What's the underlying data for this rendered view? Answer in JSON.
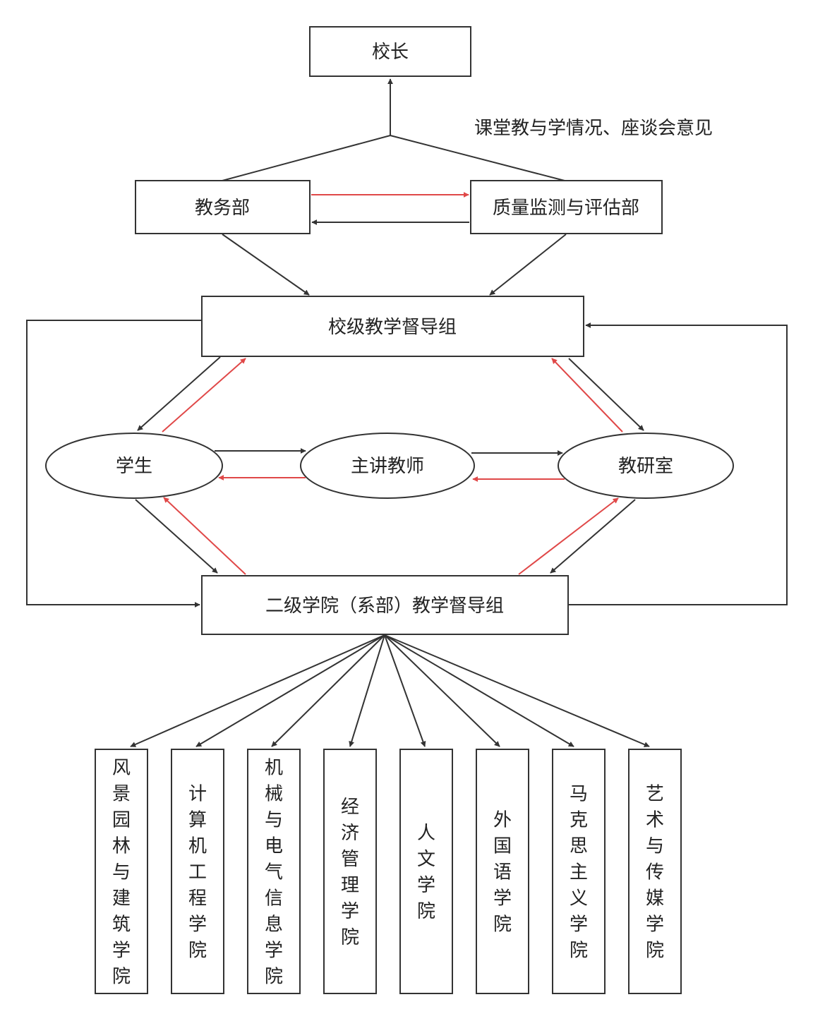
{
  "nodes": {
    "principal": "校长",
    "academic_affairs": "教务部",
    "quality_dept": "质量监测与评估部",
    "school_supervision": "校级教学督导组",
    "students": "学生",
    "lecturer": "主讲教师",
    "teaching_office": "教研室",
    "college_supervision": "二级学院（系部）教学督导组"
  },
  "report_label": "课堂教与学情况、座谈会意见",
  "colleges": [
    "风景园林与建筑学院",
    "计算机工程学院",
    "机械与电气信息学院",
    "经济管理学院",
    "人文学院",
    "外国语学院",
    "马克思主义学院",
    "艺术与传媒学院"
  ],
  "colors": {
    "line": "#333333",
    "feedback": "#e04848"
  }
}
